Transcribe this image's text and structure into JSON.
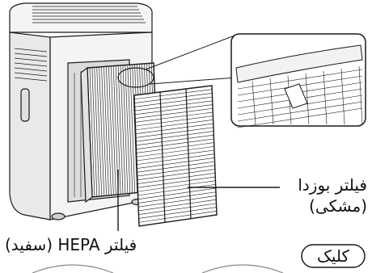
{
  "labels": {
    "deodorizing_line1": "فیلتر بوزدا",
    "deodorizing_line2": "(مشکی)",
    "hepa": "فیلتر HEPA (سفید)",
    "click": "کلیک"
  },
  "colors": {
    "stroke": "#1a1a1a",
    "unit_body": "#f4f4f4",
    "unit_shade": "#dcdcdc",
    "hepa_fill": "#f6f6f6",
    "deodorizing_fill": "#ffffff"
  }
}
